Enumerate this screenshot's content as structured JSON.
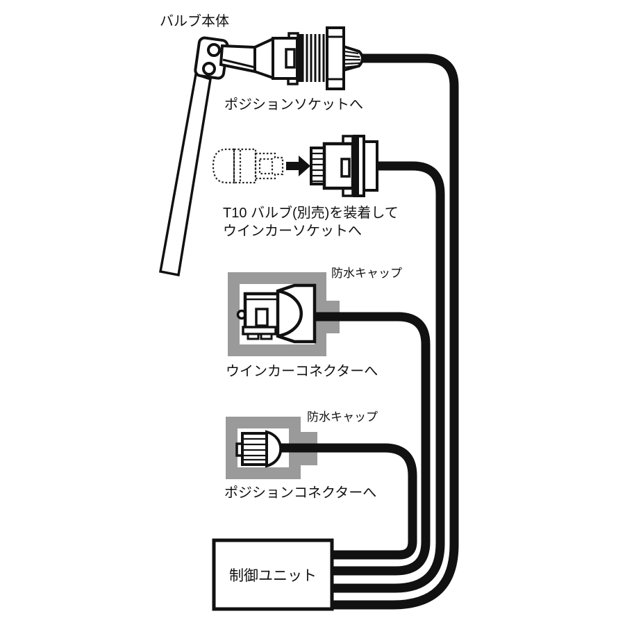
{
  "diagram": {
    "type": "wiring-installation-diagram",
    "colors": {
      "line": "#111111",
      "waterproof_cap": "#9a9a9a",
      "background": "#ffffff"
    },
    "labels": {
      "valve_body": "バルブ本体",
      "to_position_socket": "ポジションソケットへ",
      "t10_instruction_line1": "T10 バルブ(別売)を装着して",
      "t10_instruction_line2": "ウインカーソケットへ",
      "waterproof_cap_upper": "防水キャップ",
      "to_winker_connector": "ウインカーコネクターへ",
      "waterproof_cap_lower": "防水キャップ",
      "to_position_connector": "ポジションコネクターへ",
      "control_unit": "制御ユニット"
    }
  }
}
